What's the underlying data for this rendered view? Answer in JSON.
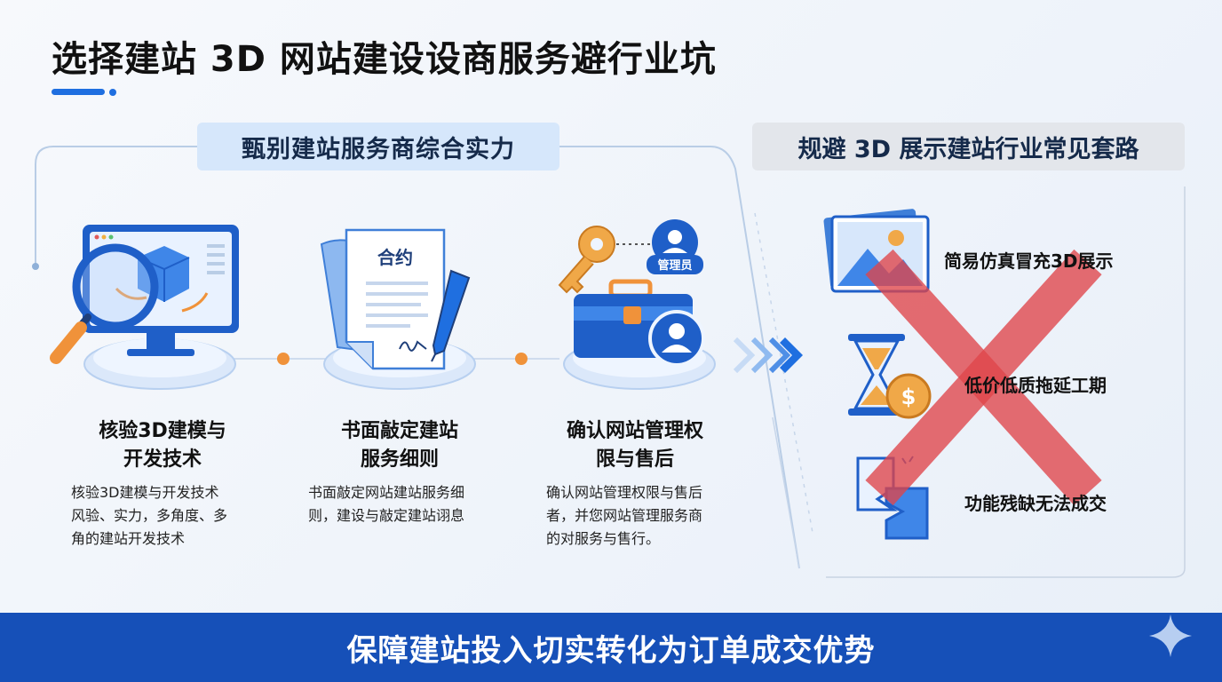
{
  "header": {
    "title": "选择建站 3D 网站建设设商服务避行业坑"
  },
  "left_section": {
    "label": "甄别建站服务商综合实力",
    "cards": [
      {
        "title_line1": "核验3D建模与",
        "title_line2": "开发技术",
        "desc_line1": "核验3D建模与开发技术",
        "desc_line2": "风验、实力，多角度、多",
        "desc_line3": "角的建站开发技术",
        "icon": "magnifier-monitor-cube-icon"
      },
      {
        "title_line1": "书面敲定建站",
        "title_line2": "服务细则",
        "desc_line1": "书面敲定网站建站服务细",
        "desc_line2": "则，建设与敲定建站诩息",
        "icon": "contract-pen-icon",
        "badge": "合约"
      },
      {
        "title_line1": "确认网站管理权",
        "title_line2": "限与售后",
        "desc_line1": "确认网站管理权限与售后",
        "desc_line2": "者，并您网站管理服务商",
        "desc_line3": "的对服务与售行。",
        "icon": "key-briefcase-admin-icon",
        "badge": "管理员"
      }
    ]
  },
  "right_section": {
    "label": "规避 3D 展示建站行业常见套路",
    "pitfalls": [
      {
        "text": "简易仿真冒充3D展示",
        "icon": "fake-image-icon"
      },
      {
        "text": "低价低质拖延工期",
        "icon": "hourglass-coin-icon"
      },
      {
        "text": "功能残缺无法成交",
        "icon": "broken-document-icon"
      }
    ],
    "cross_color": "#e0454a"
  },
  "footer": {
    "banner_text": "保障建站投入切实转化为订单成交优势"
  },
  "colors": {
    "accent": "#1f6fe0",
    "orange": "#f0923a",
    "banner": "#1650b8"
  }
}
